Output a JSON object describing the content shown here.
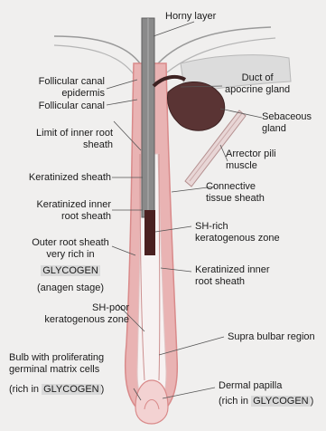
{
  "colors": {
    "background": "#f0efee",
    "outer_sheath": "#e9b3b3",
    "outer_sheath_edge": "#d98a8a",
    "hair_shaft": "#8a8a8a",
    "keratinized_band": "#4a2020",
    "sebaceous_gland": "#5a3434",
    "highlight": "#d9d9d9"
  },
  "labels": {
    "horny_layer": "Horny layer",
    "duct_of_apocrine": [
      "Duct of",
      "apocrine gland"
    ],
    "follicular_canal_epidermis": [
      "Follicular canal",
      "epidermis"
    ],
    "follicular_canal": "Follicular canal",
    "sebaceous_gland": [
      "Sebaceous",
      "gland"
    ],
    "limit_inner_root_sheath": [
      "Limit of inner root",
      "sheath"
    ],
    "arrector_pili": [
      "Arrector pili",
      "muscle"
    ],
    "keratinized_sheath": "Keratinized sheath",
    "connective_tissue_sheath": [
      "Connective",
      "tissue sheath"
    ],
    "keratinized_inner_root_sheath_left": [
      "Keratinized inner",
      "root sheath"
    ],
    "sh_rich": [
      "SH-rich",
      "keratogenous zone"
    ],
    "outer_root_sheath": [
      "Outer root sheath",
      "very rich in"
    ],
    "glycogen": "GLYCOGEN",
    "anagen_stage": "(anagen stage)",
    "keratinized_inner_root_sheath_right": [
      "Keratinized inner",
      "root sheath"
    ],
    "sh_poor": [
      "SH-poor",
      "keratogenous zone"
    ],
    "supra_bulbar": "Supra bulbar region",
    "bulb": [
      "Bulb with proliferating",
      "germinal matrix cells"
    ],
    "bulb_rich_prefix": "(rich in ",
    "bulb_rich_suffix": ")",
    "dermal_papilla": "Dermal papilla",
    "papilla_rich_prefix": "(rich in ",
    "papilla_rich_suffix": ")"
  }
}
